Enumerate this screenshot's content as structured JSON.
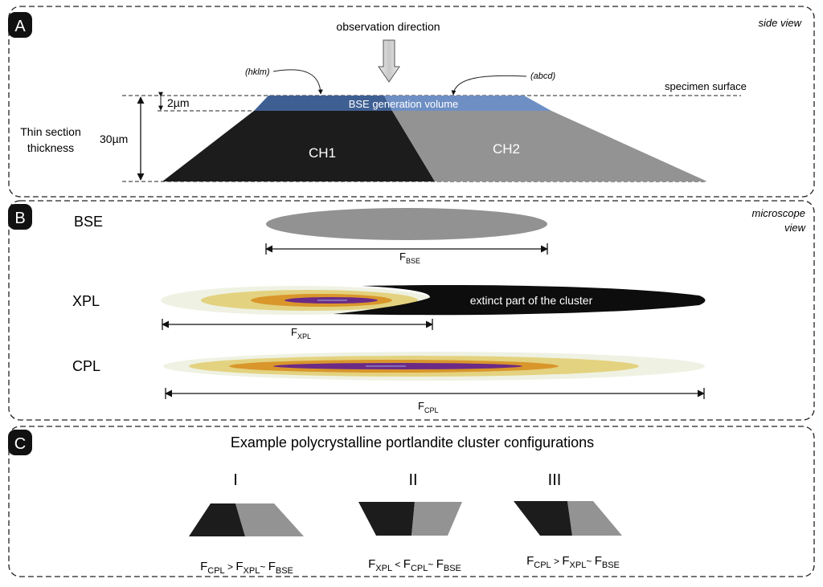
{
  "panelA": {
    "badge": "A",
    "view_label": "side view",
    "observation": "observation direction",
    "hklm": "(hklm)",
    "abcd": "(abcd)",
    "surface": "specimen surface",
    "two_um": "2µm",
    "thirty_um": "30µm",
    "thickness_line1": "Thin section",
    "thickness_line2": "thickness",
    "bse_volume": "BSE generation volume",
    "ch1": "CH1",
    "ch2": "CH2"
  },
  "panelB": {
    "badge": "B",
    "view_line1": "microscope",
    "view_line2": "view",
    "bse_label": "BSE",
    "xpl_label": "XPL",
    "cpl_label": "CPL",
    "extinct": "extinct part of the cluster",
    "f_bse_main": "F",
    "f_bse_sub": "BSE",
    "f_xpl_main": "F",
    "f_xpl_sub": "XPL",
    "f_cpl_main": "F",
    "f_cpl_sub": "CPL"
  },
  "panelC": {
    "badge": "C",
    "title": "Example polycrystalline portlandite cluster configurations",
    "configs": [
      {
        "numeral": "I",
        "f1": "F",
        "s1": "CPL",
        "op1": " > ",
        "f2": "F",
        "s2": "XPL",
        "op2": "~ ",
        "f3": "F",
        "s3": "BSE"
      },
      {
        "numeral": "II",
        "f1": "F",
        "s1": "XPL",
        "op1": " < ",
        "f2": "F",
        "s2": "CPL",
        "op2": "~ ",
        "f3": "F",
        "s3": "BSE"
      },
      {
        "numeral": "III",
        "f1": "F",
        "s1": "CPL",
        "op1": " > ",
        "f2": "F",
        "s2": "XPL",
        "op2": "~ ",
        "f3": "F",
        "s3": "BSE"
      }
    ]
  },
  "colors": {
    "dark_crystal": "#1c1c1c",
    "light_crystal": "#939393",
    "bse_blue_left": "#3e5f92",
    "bse_blue_right": "#6e8fc4",
    "xpl_yellow": "#e3d27f",
    "xpl_orange": "#d9962b",
    "xpl_purple": "#6b2a86",
    "pale_halo": "#eff2e3"
  }
}
